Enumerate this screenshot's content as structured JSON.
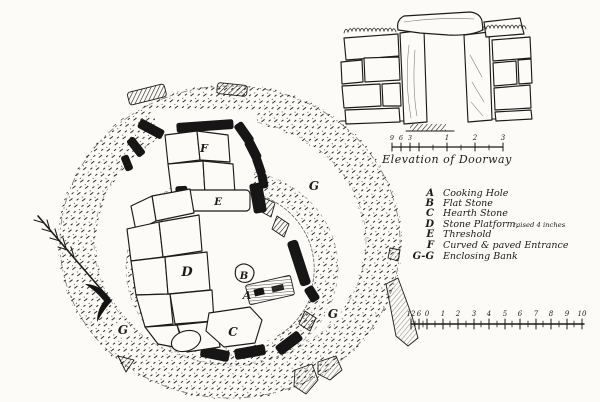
{
  "colors": {
    "ink": "#1b1b1b",
    "paper": "#fcfbf8"
  },
  "plan": {
    "letters": [
      {
        "t": "F"
      },
      {
        "t": "E"
      },
      {
        "t": "D"
      },
      {
        "t": "B"
      },
      {
        "t": "A"
      },
      {
        "t": "C"
      },
      {
        "t": "G"
      },
      {
        "t": "G"
      },
      {
        "t": "G"
      }
    ]
  },
  "elevation": {
    "caption": "Elevation of Doorway",
    "scale_labels": [
      "9",
      "6",
      "3",
      "1",
      "2",
      "3"
    ]
  },
  "legend": {
    "items": [
      {
        "key": "A",
        "desc": "Cooking Hole"
      },
      {
        "key": "B",
        "desc": "Flat Stone"
      },
      {
        "key": "C",
        "desc": "Hearth Stone"
      },
      {
        "key": "D",
        "desc": "Stone Platform,",
        "note": "raised 4 inches"
      },
      {
        "key": "E",
        "desc": "Threshold"
      },
      {
        "key": "F",
        "desc": "Curved & paved Entrance"
      },
      {
        "key": "G-G",
        "desc": "Enclosing Bank"
      }
    ]
  },
  "scale": {
    "labels": [
      "12",
      "6",
      "0",
      "1",
      "2",
      "3",
      "4",
      "5",
      "6",
      "7",
      "8",
      "9",
      "10"
    ]
  }
}
